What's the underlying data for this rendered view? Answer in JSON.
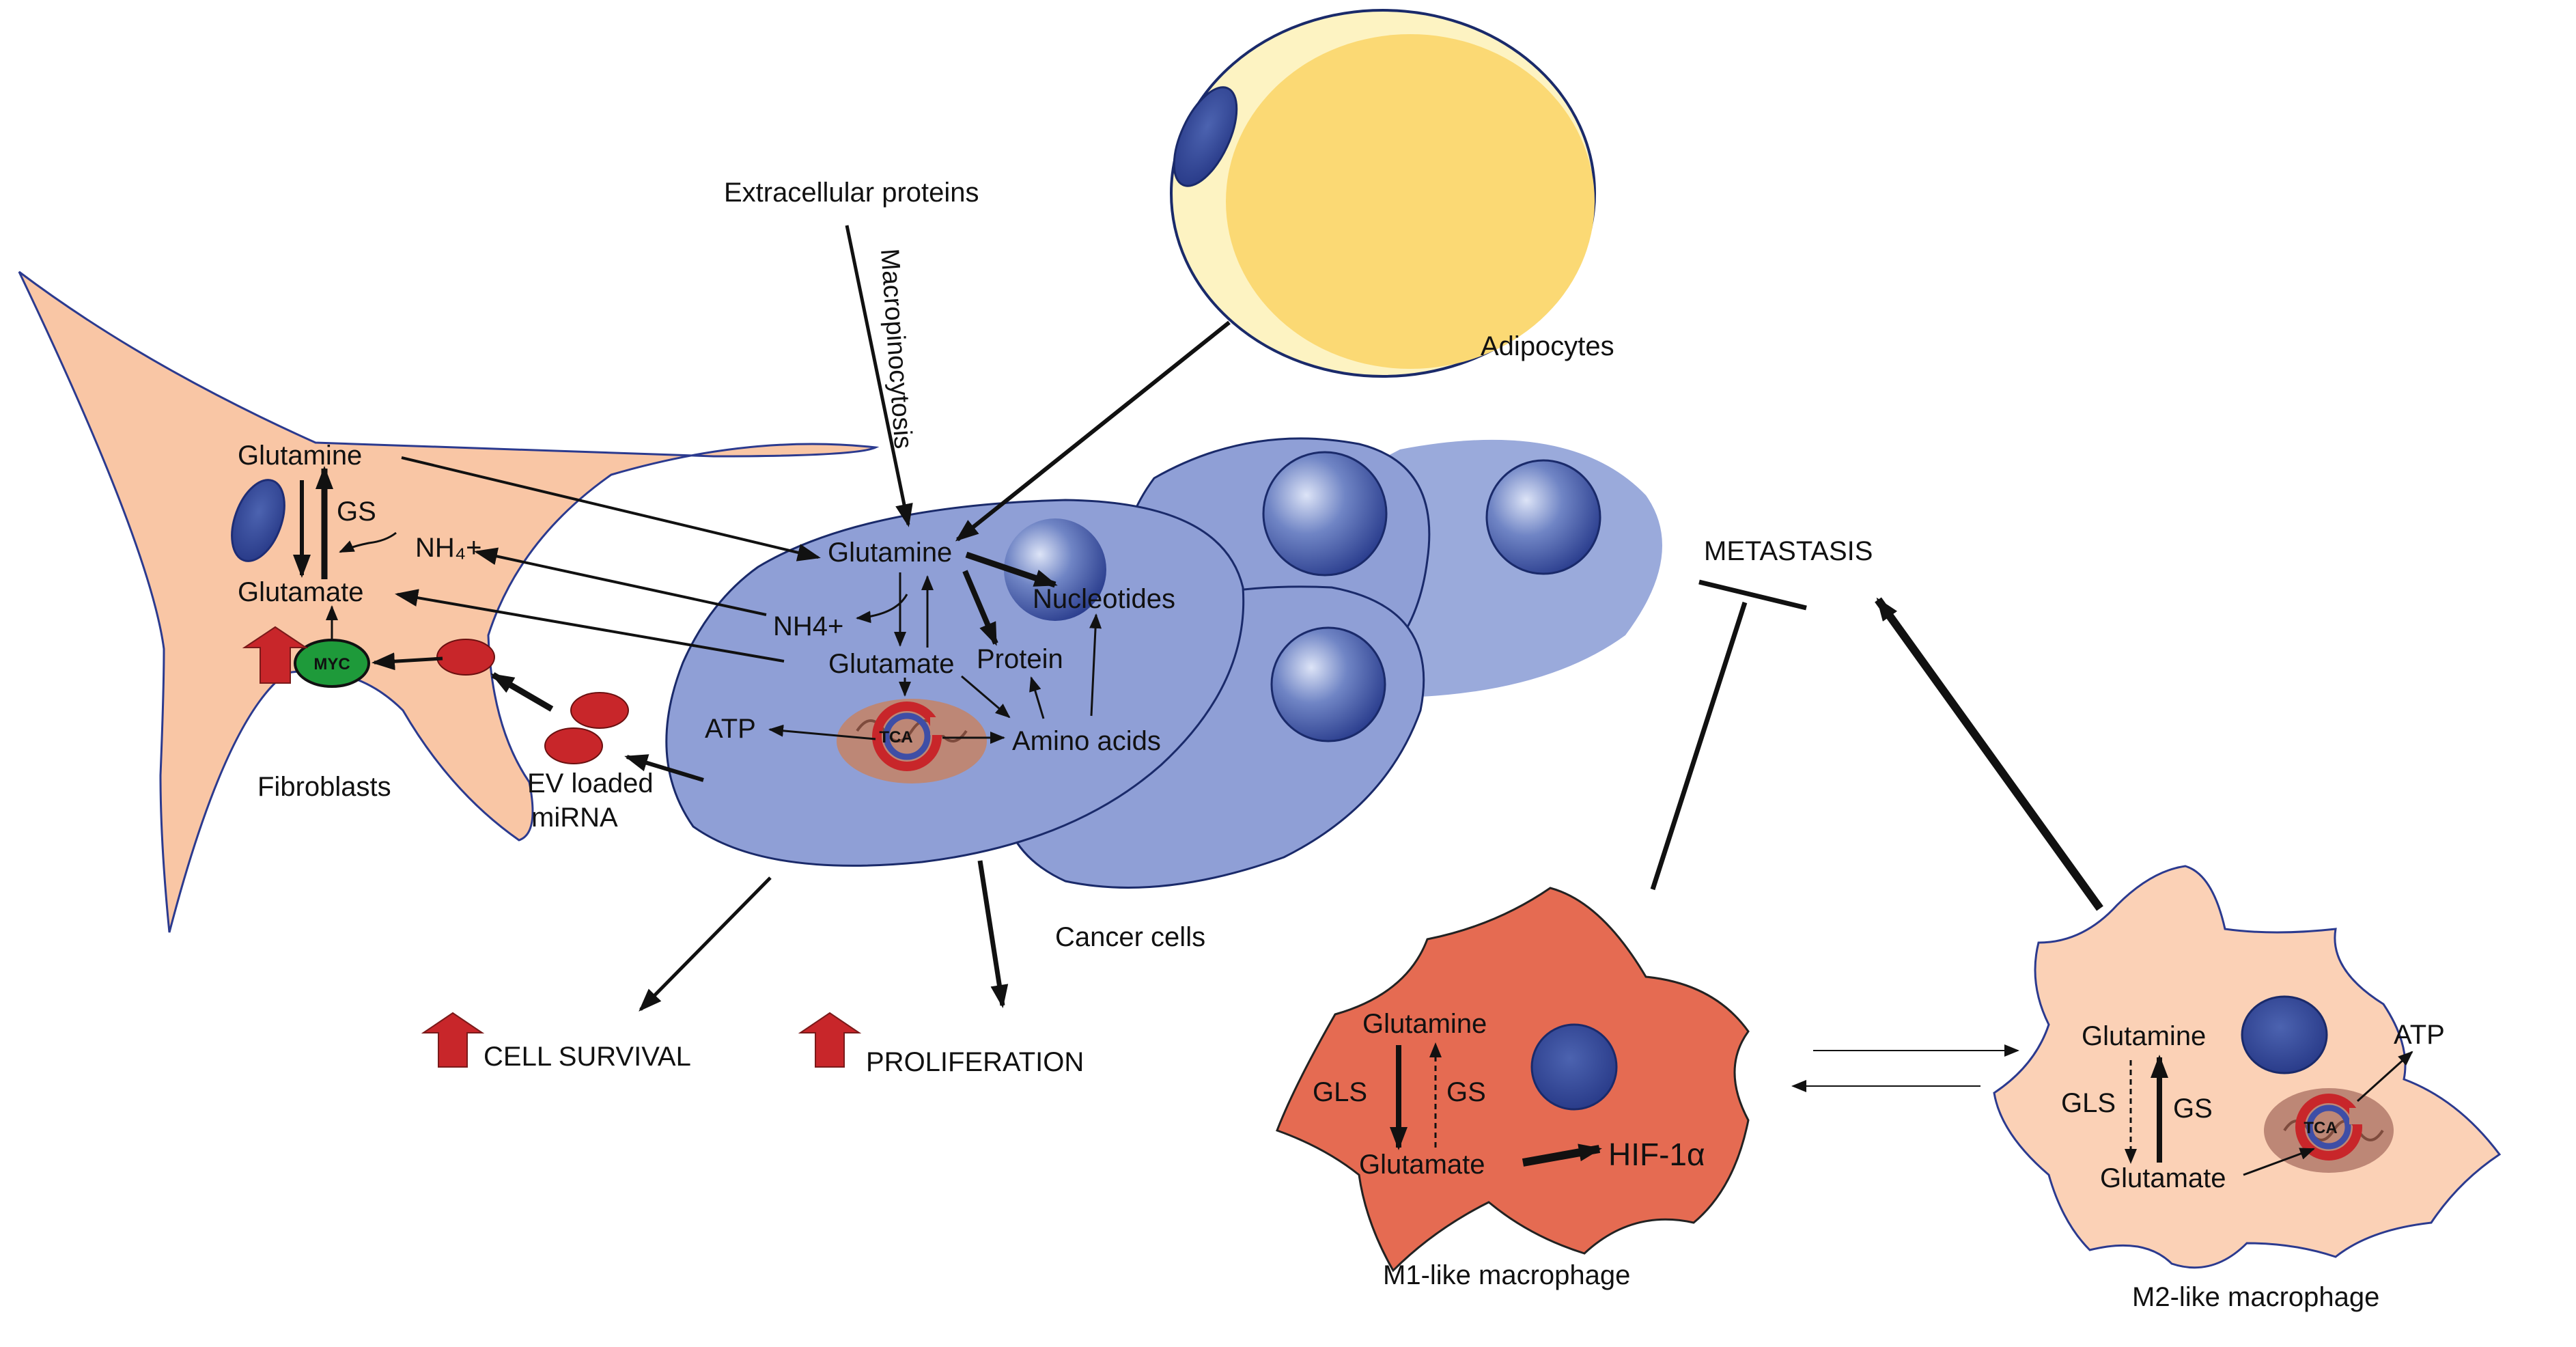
{
  "colors": {
    "fibroblast": "#f9c6a5",
    "fibroblast_stroke": "#2b3a8f",
    "cancer_cell": "#8f9fd6",
    "cancer_cell_light": "#9aaadb",
    "nucleus": "#3d55a5",
    "adipocyte_outer": "#fdf3c2",
    "adipocyte_inner": "#fbd974",
    "m1_macrophage": "#e56b52",
    "m2_macrophage": "#fbd1b6",
    "red_arrow": "#c8262a",
    "myc": "#1e9a3a",
    "tca_ring_red": "#c8262a",
    "tca_ring_blue": "#3e4ea6",
    "mito": "#bd8776"
  },
  "labels": {
    "extracellular_proteins": "Extracellular proteins",
    "macropinocytosis": "Macropinocytosis",
    "adipocytes": "Adipocytes",
    "metastasis": "METASTASIS",
    "cancer_cells": "Cancer cells",
    "cell_survival": "CELL SURVIVAL",
    "proliferation": "PROLIFERATION",
    "m1_label": "M1-like macrophage",
    "m2_label": "M2-like macrophage",
    "fibroblasts": "Fibroblasts",
    "ev_line1": "EV loaded",
    "ev_line2": "miRNA"
  },
  "fibroblast": {
    "glutamine": "Glutamine",
    "glutamate": "Glutamate",
    "gs": "GS",
    "nh4": "NH₄+",
    "myc": "MYC"
  },
  "cancer": {
    "glutamine": "Glutamine",
    "nh4": "NH4+",
    "glutamate": "Glutamate",
    "nucleotides": "Nucleotides",
    "protein": "Protein",
    "atp": "ATP",
    "amino_acids": "Amino acids",
    "tca": "TCA"
  },
  "m1": {
    "glutamine": "Glutamine",
    "glutamate": "Glutamate",
    "gls": "GLS",
    "gs": "GS",
    "hif": "HIF-1α"
  },
  "m2": {
    "glutamine": "Glutamine",
    "glutamate": "Glutamate",
    "gls": "GLS",
    "gs": "GS",
    "atp": "ATP",
    "tca": "TCA"
  }
}
